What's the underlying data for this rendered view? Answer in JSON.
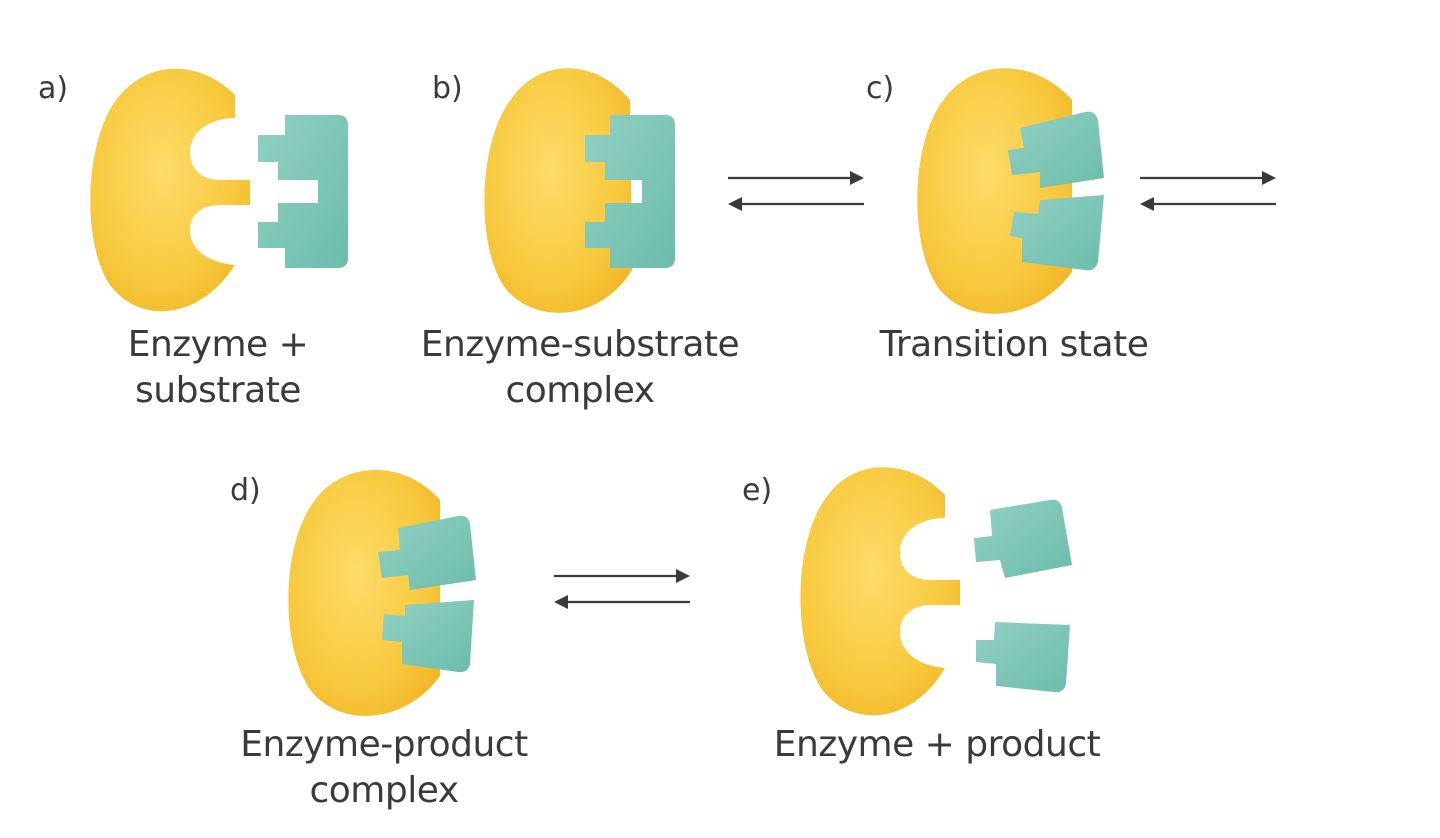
{
  "colors": {
    "enzyme": "#f7c434",
    "enzyme_highlight": "#fbd862",
    "substrate": "#74c2b2",
    "substrate_highlight": "#8fd0c2",
    "text": "#3a3a3a"
  },
  "panels": {
    "a": {
      "letter": "a)",
      "caption_line1": "Enzyme +",
      "caption_line2": "substrate"
    },
    "b": {
      "letter": "b)",
      "caption_line1": "Enzyme-substrate",
      "caption_line2": "complex"
    },
    "c": {
      "letter": "c)",
      "caption_line1": "Transition state"
    },
    "d": {
      "letter": "d)",
      "caption_line1": "Enzyme-product",
      "caption_line2": "complex"
    },
    "e": {
      "letter": "e)",
      "caption_line1": "Enzyme + product"
    }
  }
}
